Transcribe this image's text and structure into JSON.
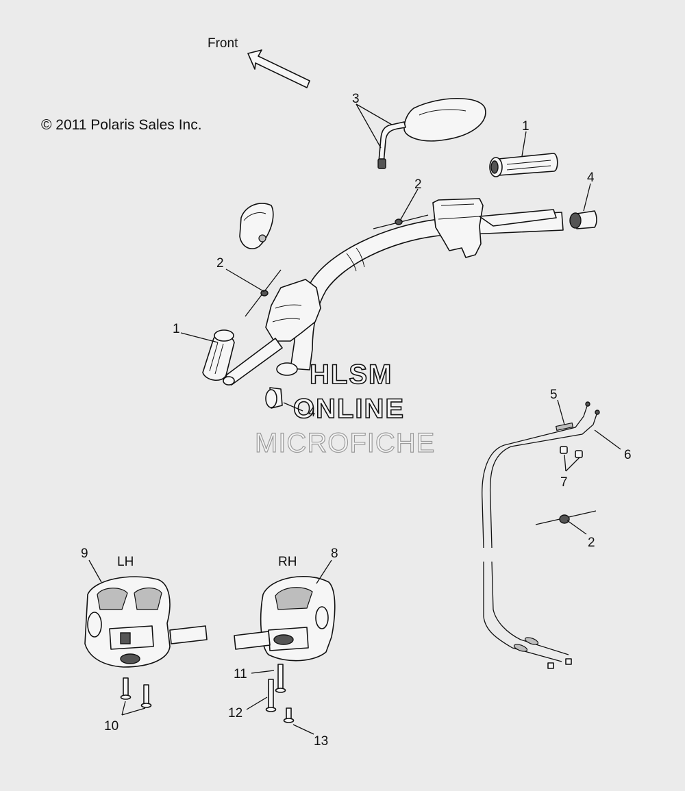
{
  "direction_label": "Front",
  "copyright": "© 2011 Polaris Sales Inc.",
  "watermark": {
    "line1": "HLSM",
    "line2": "ONLINE",
    "line3": "MICROFICHE"
  },
  "side_labels": {
    "left": "LH",
    "right": "RH"
  },
  "callouts": {
    "grip_right": "1",
    "grip_left": "1",
    "throttle_cable_clamp": "2",
    "left_cable_clamp": "2",
    "wire_clip": "2",
    "mirror": "3",
    "bar_end_right": "4",
    "bar_end_left": "4",
    "cable_upper": "5",
    "cable_lower": "6",
    "cable_ferrules": "7",
    "switch_rh": "8",
    "switch_lh": "9",
    "screws_lh": "10",
    "screw_rh_a": "11",
    "screw_rh_b": "12",
    "screw_rh_c": "13"
  }
}
